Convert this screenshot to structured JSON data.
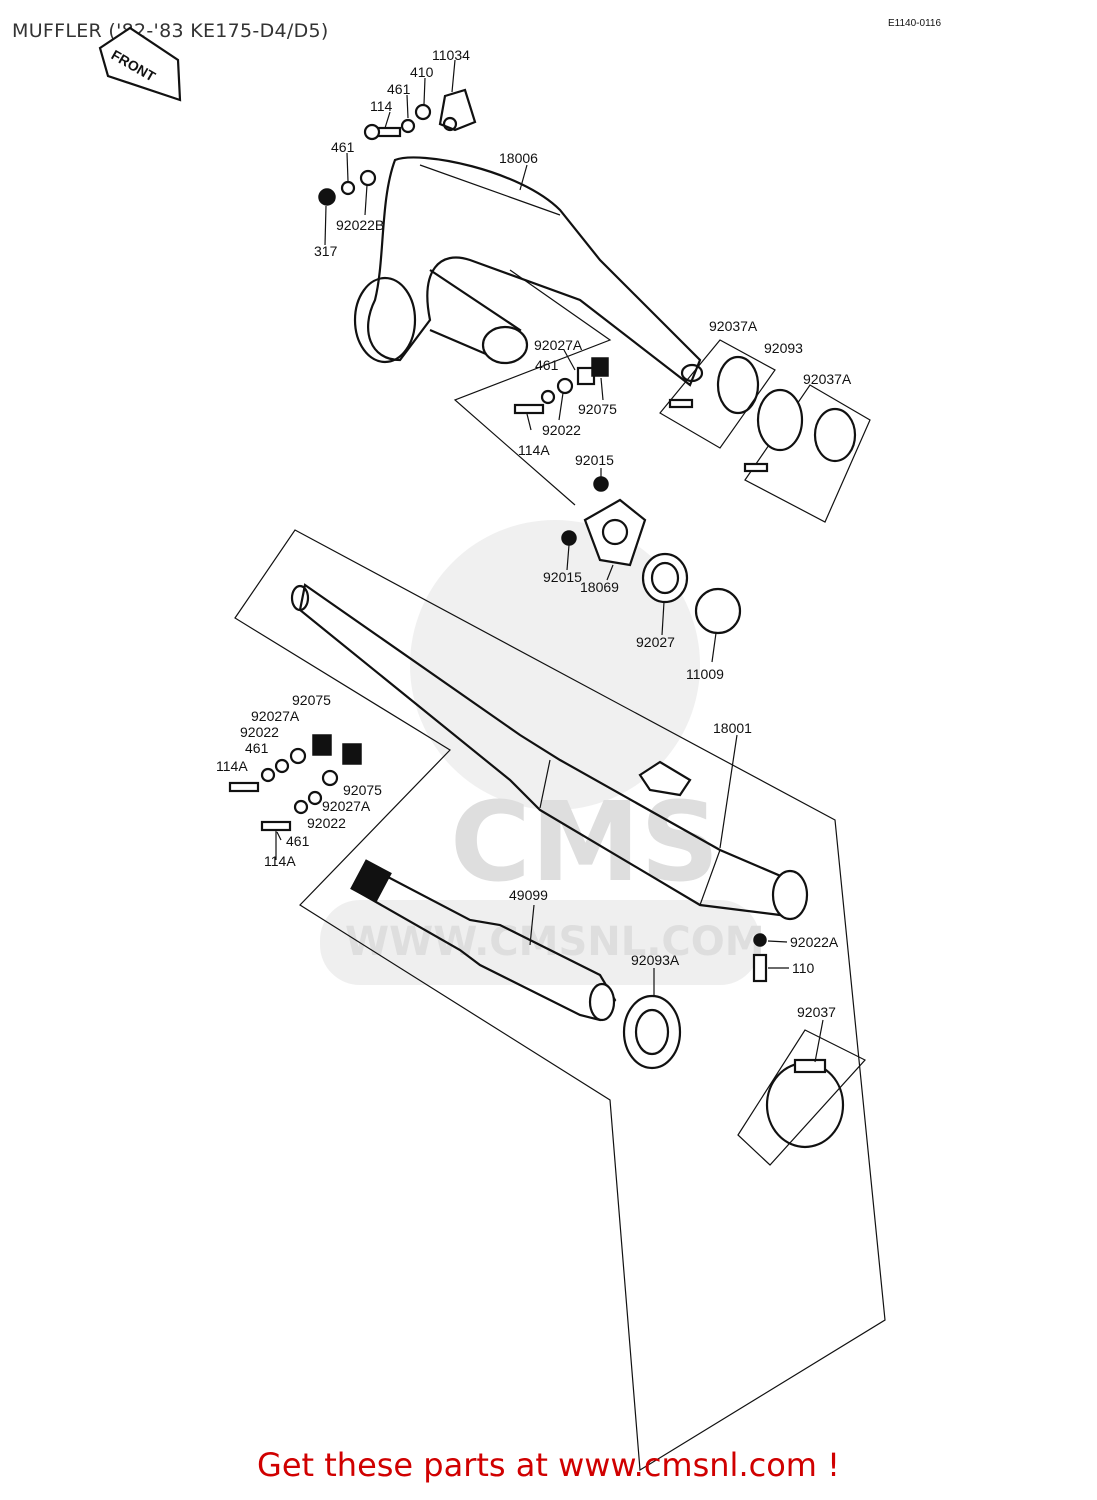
{
  "title": "MUFFLER ('82-'83 KE175-D4/D5)",
  "diagram_code": "E1140-0116",
  "front_label": "FRONT",
  "footer": "Get these parts at www.cmsnl.com !",
  "watermark": {
    "logo_text": "CMS",
    "url_text": "WWW.CMSNL.COM"
  },
  "part_labels": {
    "p11034": "11034",
    "p410": "410",
    "p461_a": "461",
    "p114": "114",
    "p461_b": "461",
    "p18006": "18006",
    "p92022B": "92022B",
    "p317": "317",
    "p92027A_a": "92027A",
    "p461_c": "461",
    "p92075_a": "92075",
    "p92022_a": "92022",
    "p114A_a": "114A",
    "p92037A_a": "92037A",
    "p92093": "92093",
    "p92037A_b": "92037A",
    "p92015_a": "92015",
    "p92015_b": "92015",
    "p18069": "18069",
    "p92027": "92027",
    "p11009": "11009",
    "p18001": "18001",
    "p92075_b": "92075",
    "p92027A_b": "92027A",
    "p92022_b": "92022",
    "p461_d": "461",
    "p114A_b": "114A",
    "p92075_c": "92075",
    "p92027A_c": "92027A",
    "p92022_c": "92022",
    "p461_e": "461",
    "p114A_c": "114A",
    "p49099": "49099",
    "p92093A": "92093A",
    "p92022A": "92022A",
    "p110": "110",
    "p92037": "92037"
  }
}
